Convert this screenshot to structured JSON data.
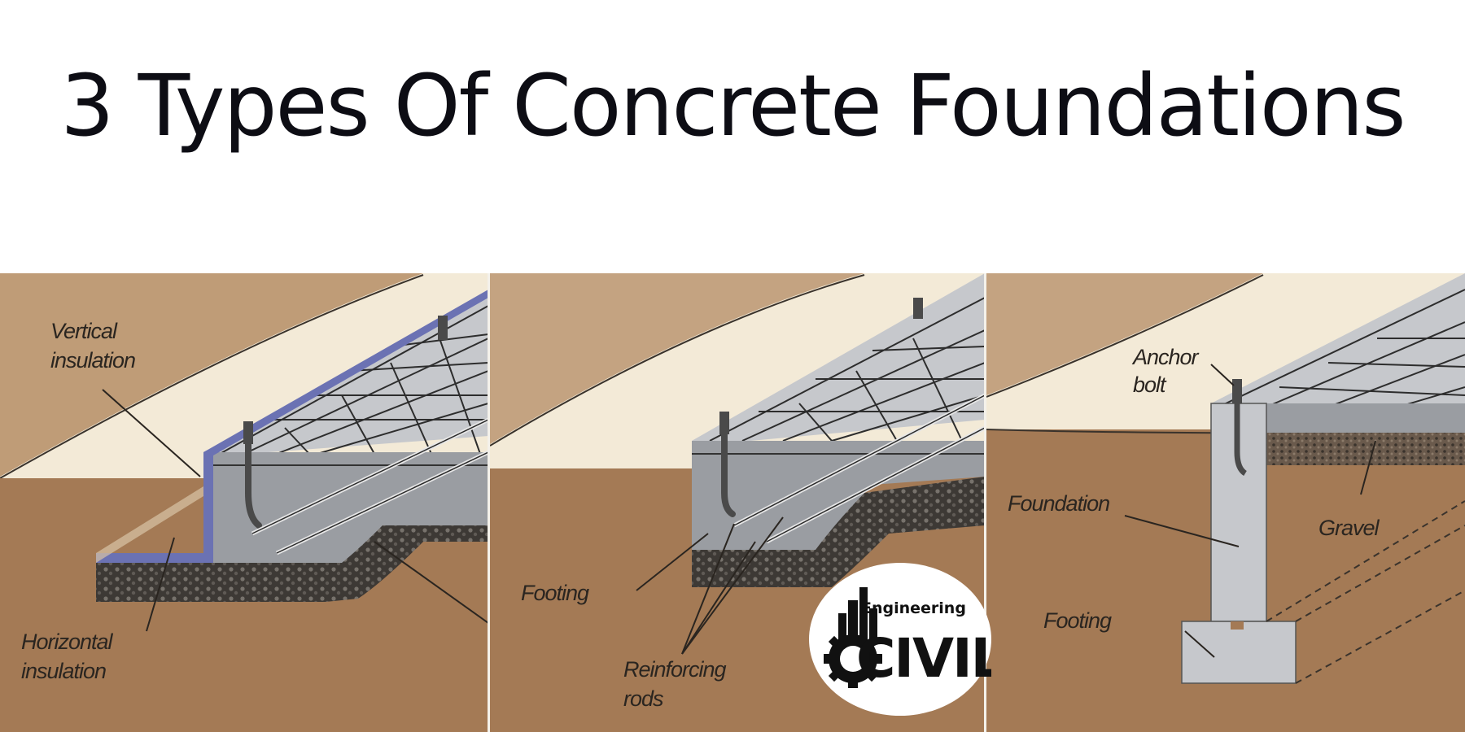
{
  "header": {
    "title": "3 Types Of Concrete Foundations"
  },
  "panels": [
    {
      "labels": {
        "vertical_insulation": [
          "Vertical",
          "insulation"
        ],
        "horizontal_insulation": [
          "Horizontal",
          "insulation"
        ]
      }
    },
    {
      "labels": {
        "footing": "Footing",
        "reinforcing_rods": [
          "Reinforcing",
          "rods"
        ]
      }
    },
    {
      "labels": {
        "anchor_bolt": [
          "Anchor",
          "bolt"
        ],
        "foundation": "Foundation",
        "gravel": "Gravel",
        "footing": "Footing"
      }
    }
  ],
  "logo": {
    "small_text": "Engineering",
    "big_text": "CIVIL",
    "icon": "city-gear-icon"
  },
  "colors": {
    "soil": "#a47a55",
    "sky": "#f3ead7",
    "concrete": "#a8abb0",
    "gravel": "#3f3b37",
    "insulation": "#6b72b3"
  }
}
